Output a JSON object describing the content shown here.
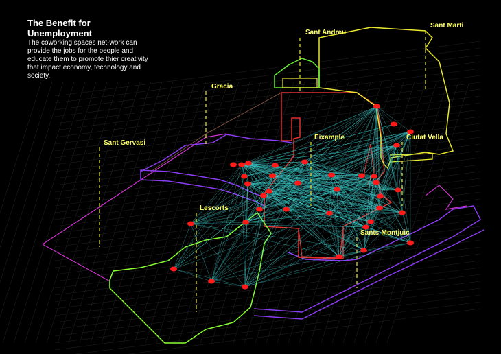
{
  "intro": {
    "title": "The Benefit for Unemployment",
    "body": "The coworking spaces net-work can provide the jobs for the people and educate them to promote thier creativity that impact economy, technology and society."
  },
  "districts": [
    {
      "name": "Sant Andreu"
    },
    {
      "name": "Sant Marti"
    },
    {
      "name": "Gracia"
    },
    {
      "name": "Sant Gervasi"
    },
    {
      "name": "Eixample"
    },
    {
      "name": "Ciutat Vella"
    },
    {
      "name": "Lescorts"
    },
    {
      "name": "Sants-Montjuic"
    }
  ],
  "colors": {
    "background": "#000000",
    "label": "#ffff66",
    "node": "#ff1a1a",
    "link": "#3fd6d6",
    "eixample": "#e03030",
    "sant_marti": "#e8e830",
    "gracia_sant_andreu": "#66ee33",
    "lescorts": "#88ff33",
    "boundary_purple": "#8a3cf0",
    "boundary_magenta": "#cc33cc"
  }
}
